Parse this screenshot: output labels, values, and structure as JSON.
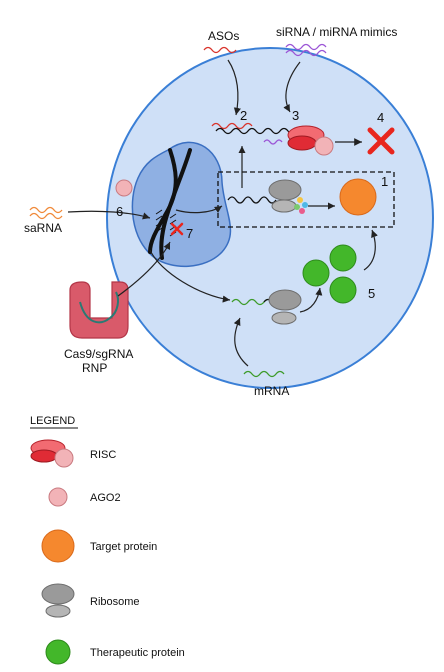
{
  "agents": {
    "asos": "ASOs",
    "sirna": "siRNA / miRNA mimics",
    "sarna": "saRNA",
    "cas9_line1": "Cas9/sgRNA",
    "cas9_line2": "RNP",
    "mrna": "mRNA"
  },
  "steps": [
    "1",
    "2",
    "3",
    "4",
    "5",
    "6",
    "7"
  ],
  "legend": {
    "title": "LEGEND",
    "items": [
      "RISC",
      "AGO2",
      "Target protein",
      "Ribosome",
      "Therapeutic protein"
    ]
  },
  "colors": {
    "cell_fill": "#cfe0f7",
    "cell_stroke": "#3a7fd6",
    "nucleus_fill": "#8fb0e3",
    "risc_red": "#e02b35",
    "ago2_pink": "#f2b3b7",
    "target_orange": "#f5882e",
    "ribosome_gray": "#9a9a9a",
    "therapeutic_green": "#43b72a",
    "red_x": "#e8261e",
    "aso_strand": "#d9342c",
    "sirna_strand": "#9b55d6",
    "sarna_strand": "#f08a3a",
    "mrna_strand": "#3d9b2a"
  }
}
